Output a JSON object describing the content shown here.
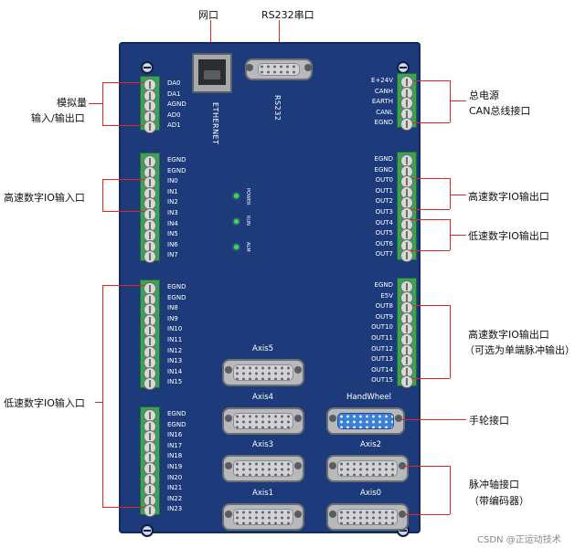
{
  "top_labels": {
    "network": "网口",
    "rs232_port": "RS232串口"
  },
  "board": {
    "ethernet_label": "ETHERNET",
    "rs232_label": "RS232",
    "leds": [
      "POWER",
      "RUN",
      "ALM"
    ]
  },
  "left_blocks": [
    {
      "pins": [
        "DA0",
        "DA1",
        "AGND",
        "AD0",
        "AD1"
      ]
    },
    {
      "pins": [
        "EGND",
        "EGND",
        "IN0",
        "IN1",
        "IN2",
        "IN3",
        "IN4",
        "IN5",
        "IN6",
        "IN7"
      ]
    },
    {
      "pins": [
        "EGND",
        "EGND",
        "IN8",
        "IN9",
        "IN10",
        "IN11",
        "IN12",
        "IN13",
        "IN14",
        "IN15"
      ]
    },
    {
      "pins": [
        "EGND",
        "EGND",
        "IN16",
        "IN17",
        "IN18",
        "IN19",
        "IN20",
        "IN21",
        "IN22",
        "IN23"
      ]
    }
  ],
  "right_blocks": [
    {
      "pins": [
        "E+24V",
        "CANH",
        "EARTH",
        "CANL",
        "EGND"
      ]
    },
    {
      "pins": [
        "EGND",
        "EGND",
        "OUT0",
        "OUT1",
        "OUT2",
        "OUT3",
        "OUT4",
        "OUT5",
        "OUT6",
        "OUT7"
      ]
    },
    {
      "pins": [
        "EGND",
        "E5V",
        "OUT8",
        "OUT9",
        "OUT10",
        "OUT11",
        "OUT12",
        "OUT13",
        "OUT14",
        "OUT15"
      ]
    }
  ],
  "connectors": {
    "axis5": "Axis5",
    "axis4": "Axis4",
    "handwheel": "HandWheel",
    "axis3": "Axis3",
    "axis2": "Axis2",
    "axis1": "Axis1",
    "axis0": "Axis0"
  },
  "annotations": {
    "analog_line1": "模拟量",
    "analog_line2": "输入/输出口",
    "hs_input": "高速数字IO输入口",
    "ls_input": "低速数字IO输入口",
    "power_line1": "总电源",
    "power_line2": "CAN总线接口",
    "hs_output": "高速数字IO输出口",
    "ls_output": "低速数字IO输出口",
    "hs_output2_line1": "高速数字IO输出口",
    "hs_output2_line2": "（可选为单端脉冲输出）",
    "handwheel": "手轮接口",
    "pulse_line1": "脉冲轴接口",
    "pulse_line2": "（带编码器）"
  },
  "watermark": "CSDN @正运动技术",
  "colors": {
    "board": "#1d3a7a",
    "terminal": "#3aa356",
    "leader": "#e0261f",
    "led": "#36e046"
  }
}
